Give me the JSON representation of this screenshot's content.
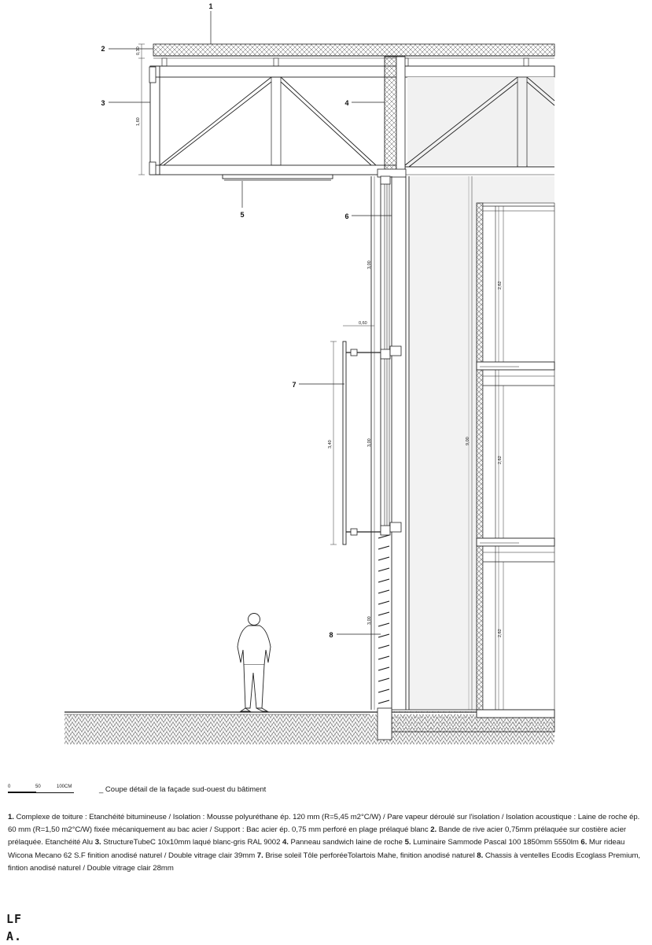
{
  "callouts": [
    "1",
    "2",
    "3",
    "4",
    "5",
    "6",
    "7",
    "8"
  ],
  "dimensions": {
    "roof_thickness": "0,30",
    "truss_height": "1,60",
    "curtain_upper": "3,00",
    "overhang": "0,60",
    "curtain_mid": "3,00",
    "brise_height": "3,40",
    "curtain_lower": "3,00",
    "total_height": "9,00",
    "floor_1": "2,62",
    "floor_2": "2,62",
    "floor_3": "2,62"
  },
  "scale": {
    "t0": "0",
    "t50": "50",
    "t100": "100CM"
  },
  "caption": "_ Coupe détail de la façade sud-ouest du bâtiment",
  "legend": [
    {
      "num": "1.",
      "text": " Complexe de toiture : Etanchéité bitumineuse / Isolation : Mousse polyuréthane ép. 120 mm (R=5,45 m2°C/W) / Pare vapeur déroulé sur l'isolation / Isolation acoustique : Laine de roche ép. 60 mm (R=1,50 m2°C/W) fixée mécaniquement au bac acier / Support : Bac acier ép. 0,75 mm perforé en plage prélaqué blanc "
    },
    {
      "num": "2.",
      "text": " Bande de rive acier 0,75mm prélaquée sur costière acier prélaquée. Etanchéité Alu "
    },
    {
      "num": "3.",
      "text": " StructureTubeC 10x10mm laqué blanc-gris RAL 9002 "
    },
    {
      "num": "4.",
      "text": " Panneau sandwich laine de roche "
    },
    {
      "num": "5.",
      "text": " Luminaire Sammode Pascal 100 1850mm 5550lm "
    },
    {
      "num": "6.",
      "text": " Mur rideau Wicona Mecano 62 S.F finition anodisé naturel / Double vitrage clair 39mm "
    },
    {
      "num": "7.",
      "text": " Brise soleil Tôle perforéeTolartois Mahe, finition anodisé naturel "
    },
    {
      "num": "8.",
      "text": " Chassis à ventelles Ecodis Ecoglass Premium, fintion anodisé naturel / Double vitrage clair 28mm"
    }
  ],
  "logo": {
    "line1": "LF",
    "line2": "A."
  }
}
